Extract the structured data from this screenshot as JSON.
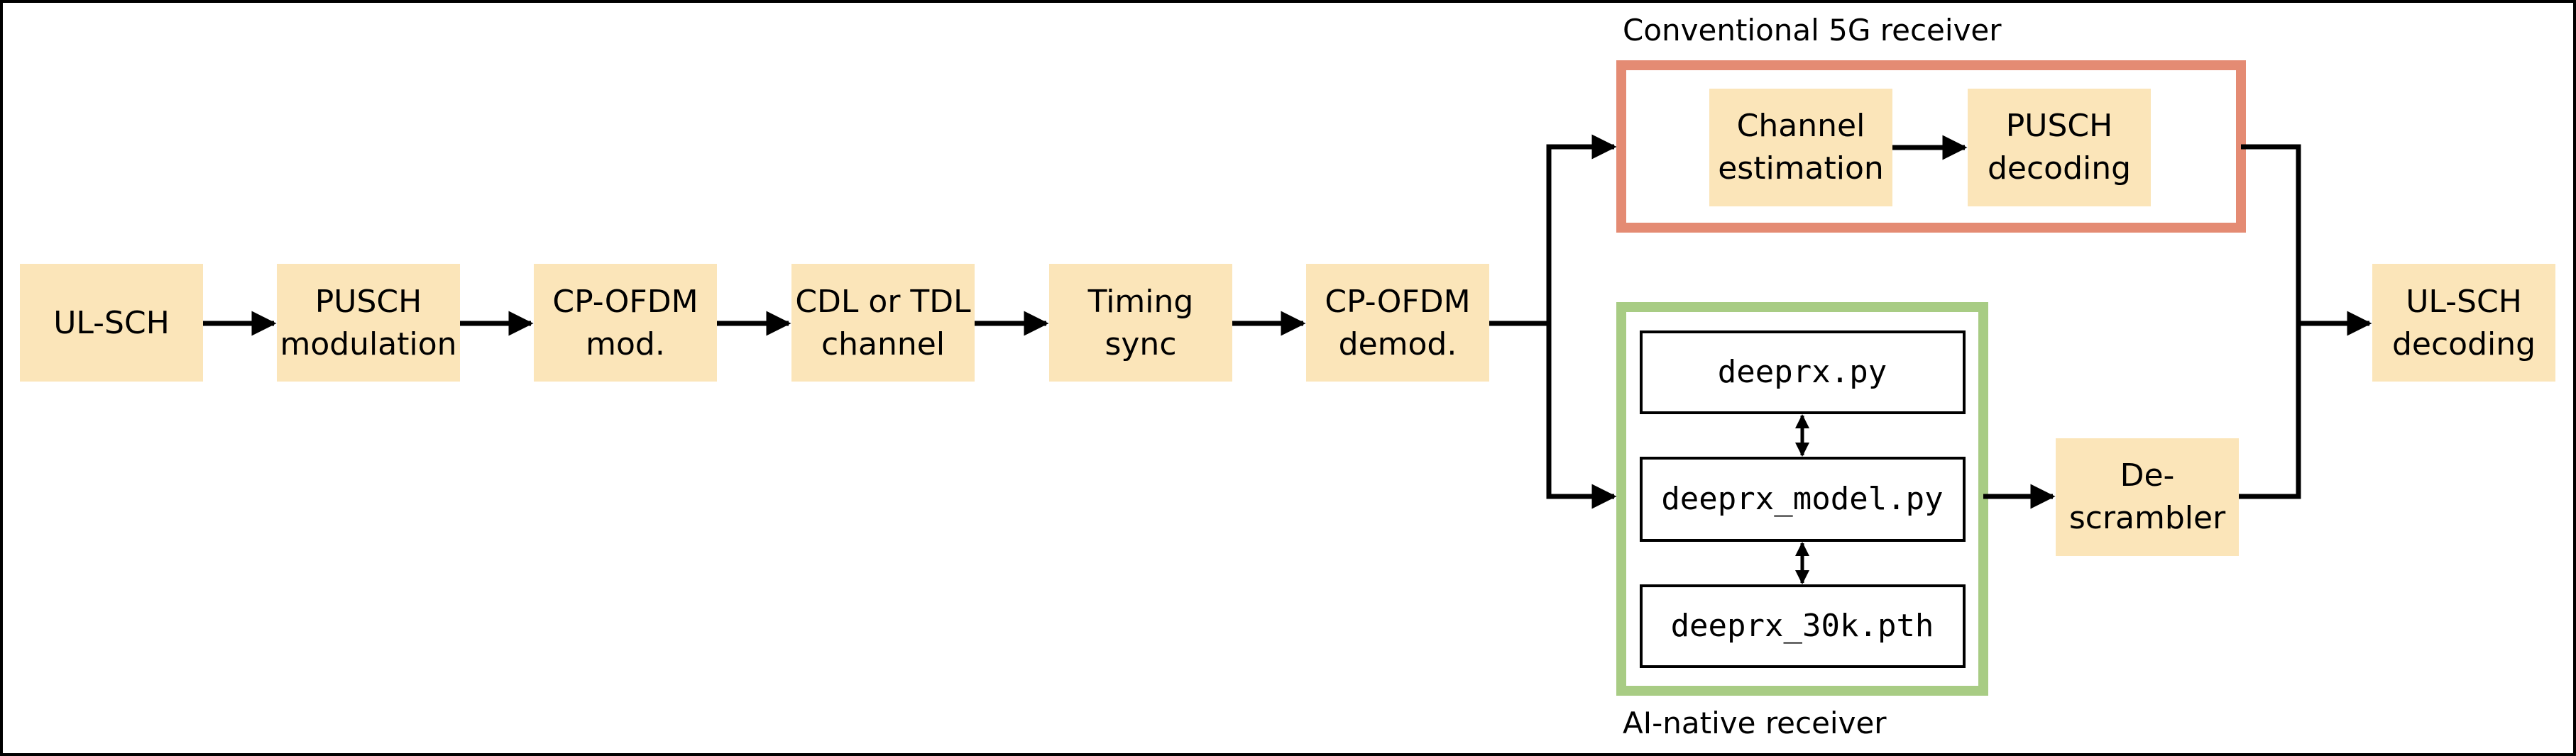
{
  "blocks": {
    "ulsch": "UL-SCH",
    "pusch_mod_1": "PUSCH",
    "pusch_mod_2": "modulation",
    "cpofdm_mod_1": "CP-OFDM",
    "cpofdm_mod_2": "mod.",
    "channel_1": "CDL or TDL",
    "channel_2": "channel",
    "timing_1": "Timing",
    "timing_2": "sync",
    "cpofdm_demod_1": "CP-OFDM",
    "cpofdm_demod_2": "demod.",
    "chest_1": "Channel",
    "chest_2": "estimation",
    "pusch_dec_1": "PUSCH",
    "pusch_dec_2": "decoding",
    "descr_1": "De-",
    "descr_2": "scrambler",
    "ulsch_dec_1": "UL-SCH",
    "ulsch_dec_2": "decoding"
  },
  "files": {
    "deeprx": "deeprx.py",
    "model": "deeprx_model.py",
    "weights": "deeprx_30k.pth"
  },
  "groups": {
    "conventional": "Conventional 5G receiver",
    "ai_native": "AI-native receiver"
  },
  "colors": {
    "block_fill": "#fbe5b9",
    "conventional_border": "#e48b73",
    "ai_border": "#a8cc84"
  }
}
